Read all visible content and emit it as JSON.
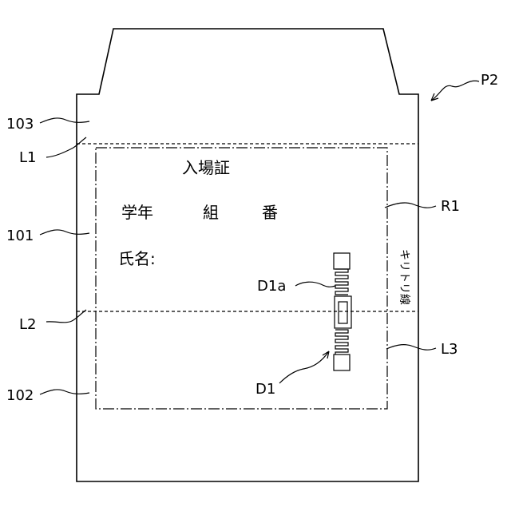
{
  "figure": {
    "ref_labels": {
      "p2": "P2",
      "n103": "103",
      "l1": "L1",
      "r1": "R1",
      "n101": "101",
      "l2": "L2",
      "l3": "L3",
      "n102": "102",
      "d1": "D1",
      "d1a": "D1a"
    },
    "card": {
      "title": "入場証",
      "grade": "学年",
      "class": "組",
      "number": "番",
      "name": "氏名:"
    },
    "tear_line": "キリトリ線"
  }
}
